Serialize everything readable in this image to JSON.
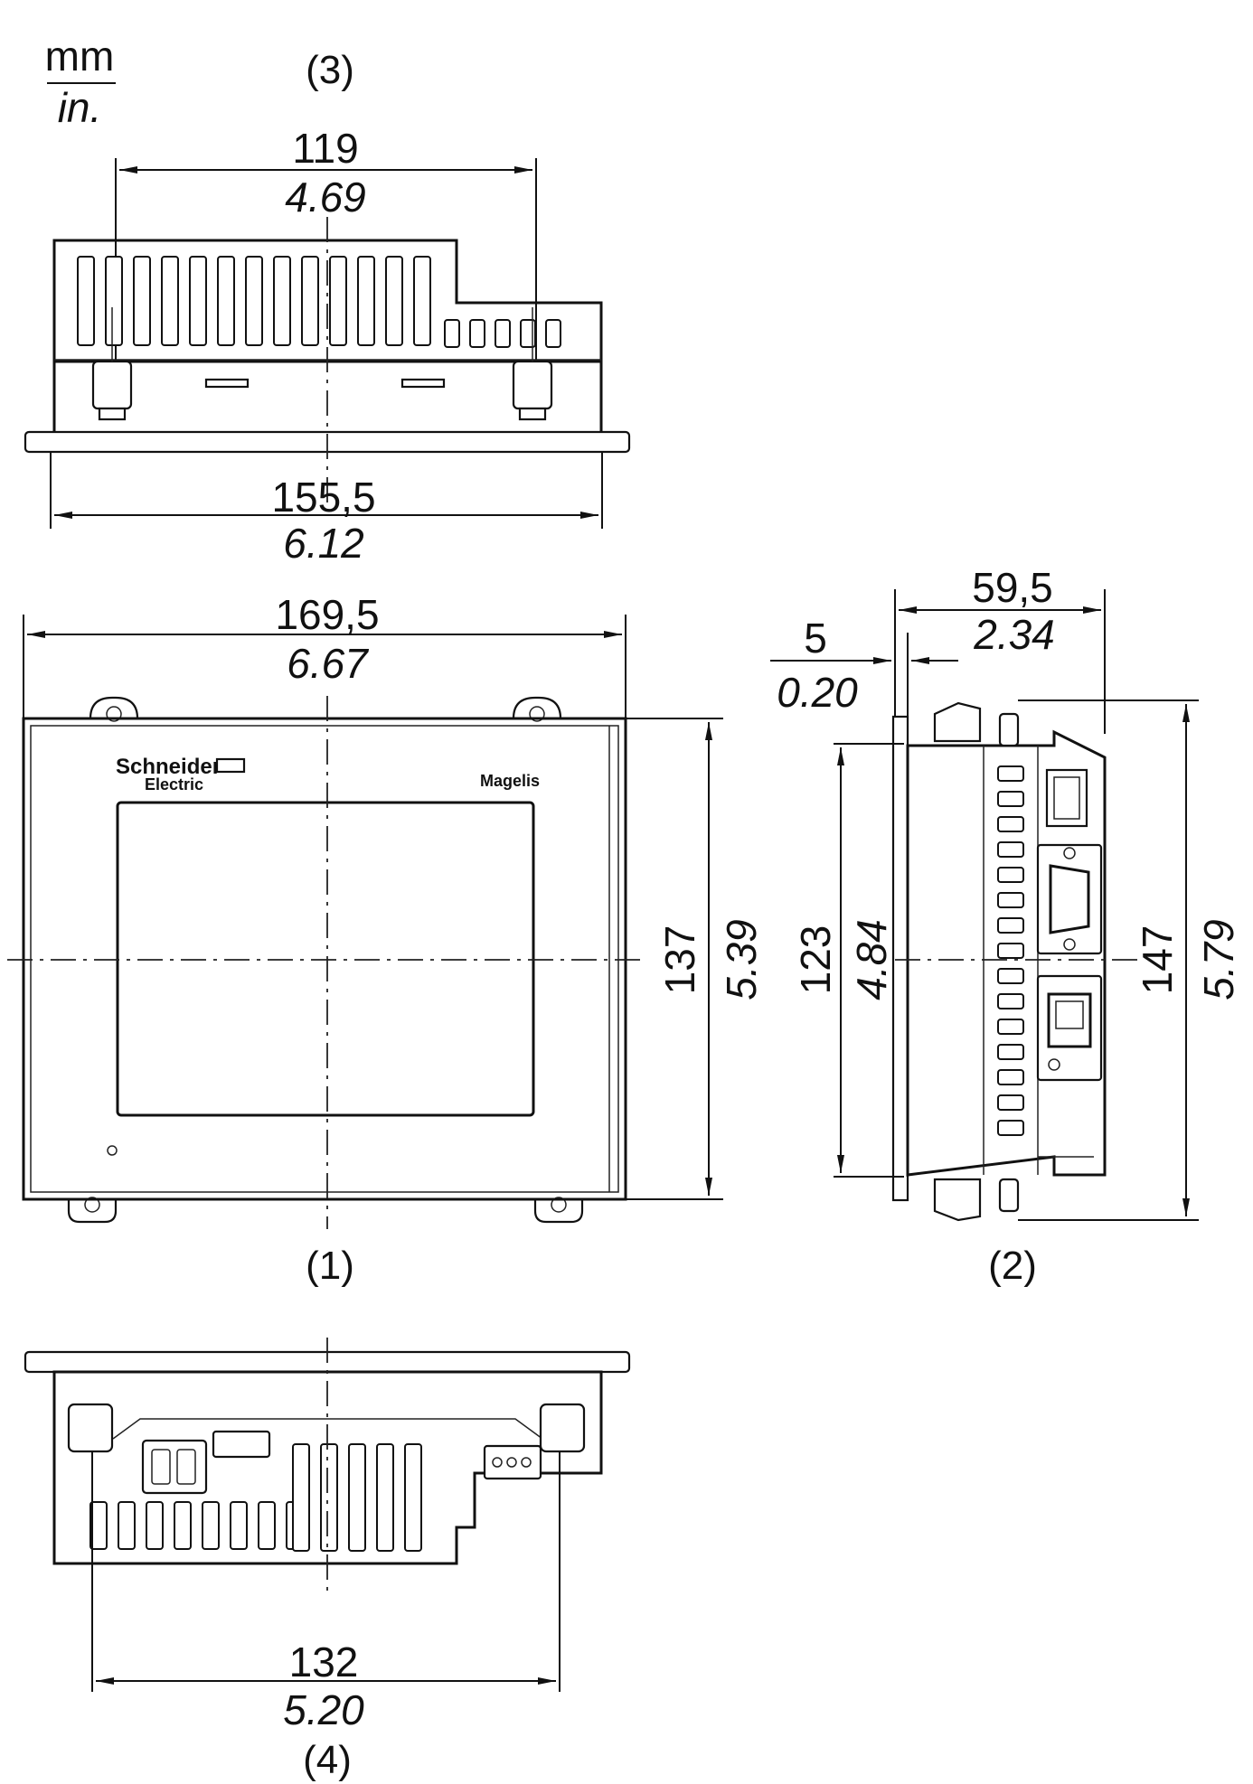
{
  "units": {
    "primary": "mm",
    "secondary": "in."
  },
  "views": {
    "top": {
      "label": "(3)",
      "dim_top": {
        "mm": "119",
        "in": "4.69"
      },
      "dim_bottom": {
        "mm": "155,5",
        "in": "6.12"
      }
    },
    "front": {
      "label": "(1)",
      "width": {
        "mm": "169,5",
        "in": "6.67"
      },
      "height": {
        "mm": "137",
        "in": "5.39"
      },
      "brand": {
        "line1": "Schneider",
        "line2": "Electric",
        "product": "Magelis"
      }
    },
    "side": {
      "label": "(2)",
      "depth": {
        "mm": "59,5",
        "in": "2.34"
      },
      "bezel": {
        "mm": "5",
        "in": "0.20"
      },
      "inner_height": {
        "mm": "123",
        "in": "4.84"
      },
      "outer_height": {
        "mm": "147",
        "in": "5.79"
      }
    },
    "bottom": {
      "label": "(4)",
      "dim": {
        "mm": "132",
        "in": "5.20"
      }
    }
  },
  "colors": {
    "line": "#111111",
    "background": "#ffffff"
  }
}
